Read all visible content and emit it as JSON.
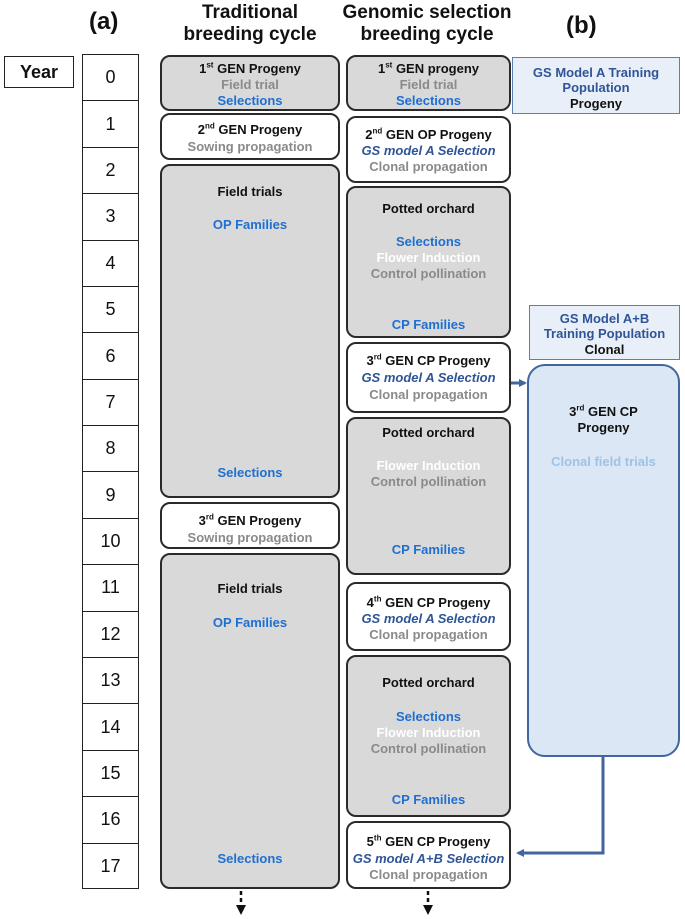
{
  "panels": {
    "a": "(a)",
    "b": "(b)"
  },
  "headers": {
    "traditional": [
      "Traditional",
      "breeding cycle"
    ],
    "genomic": [
      "Genomic selection",
      "breeding cycle"
    ]
  },
  "year_label": "Year",
  "years": [
    "0",
    "1",
    "2",
    "3",
    "4",
    "5",
    "6",
    "7",
    "8",
    "9",
    "10",
    "11",
    "12",
    "13",
    "14",
    "15",
    "16",
    "17"
  ],
  "traditional": {
    "b1": {
      "gen_pre": "1",
      "gen_sup": "st",
      "gen_post": " GEN Progeny",
      "l2": "Field trial",
      "l3": "Selections"
    },
    "b2": {
      "gen_pre": "2",
      "gen_sup": "nd",
      "gen_post": " GEN Progeny",
      "l2": "Sowing propagation"
    },
    "b3": {
      "l1": "Field trials",
      "l2": "OP Families",
      "l3": "Selections"
    },
    "b4": {
      "gen_pre": "3",
      "gen_sup": "rd",
      "gen_post": " GEN Progeny",
      "l2": "Sowing propagation"
    },
    "b5": {
      "l1": "Field trials",
      "l2": "OP Families",
      "l3": "Selections"
    }
  },
  "genomic": {
    "g1": {
      "gen_pre": "1",
      "gen_sup": "st",
      "gen_post": " GEN progeny",
      "l2": "Field trial",
      "l3": "Selections"
    },
    "g2": {
      "gen_pre": "2",
      "gen_sup": "nd",
      "gen_post": " GEN OP Progeny",
      "l2": "GS model A Selection",
      "l3": "Clonal propagation"
    },
    "g3": {
      "l1": "Potted orchard",
      "l2": "Selections",
      "l3": "Flower Induction",
      "l4": "Control pollination",
      "l5": "CP Families"
    },
    "g4": {
      "gen_pre": "3",
      "gen_sup": "rd",
      "gen_post": " GEN CP Progeny",
      "l2": "GS model A Selection",
      "l3": "Clonal propagation"
    },
    "g5": {
      "l1": "Potted orchard",
      "l3": "Flower Induction",
      "l4": "Control pollination",
      "l5": "CP Families"
    },
    "g6": {
      "gen_pre": "4",
      "gen_sup": "th",
      "gen_post": " GEN CP Progeny",
      "l2": "GS model A Selection",
      "l3": "Clonal propagation"
    },
    "g7": {
      "l1": "Potted orchard",
      "l2": "Selections",
      "l3": "Flower Induction",
      "l4": "Control pollination",
      "l5": "CP Families"
    },
    "g8": {
      "gen_pre": "5",
      "gen_sup": "th",
      "gen_post": " GEN CP Progeny",
      "l2": "GS model A+B Selection",
      "l3": "Clonal propagation"
    }
  },
  "gs_model_a": {
    "l1": "GS Model A Training",
    "l2": "Population",
    "l3": "Progeny"
  },
  "gs_model_ab": {
    "l1": "GS Model A+B",
    "l2": "Training Population",
    "l3": "Clonal"
  },
  "cp_progeny": {
    "gen_pre": "3",
    "gen_sup": "rd",
    "gen_post": " GEN CP",
    "l2": "Progeny",
    "l3": "Clonal field trials"
  },
  "colors": {
    "grey_block": "#d9d9d9",
    "blue_text": "#1f6fd1",
    "navy_text": "#2f5597",
    "arrow": "#41669e",
    "light_blue_box": "#dce7f6"
  }
}
